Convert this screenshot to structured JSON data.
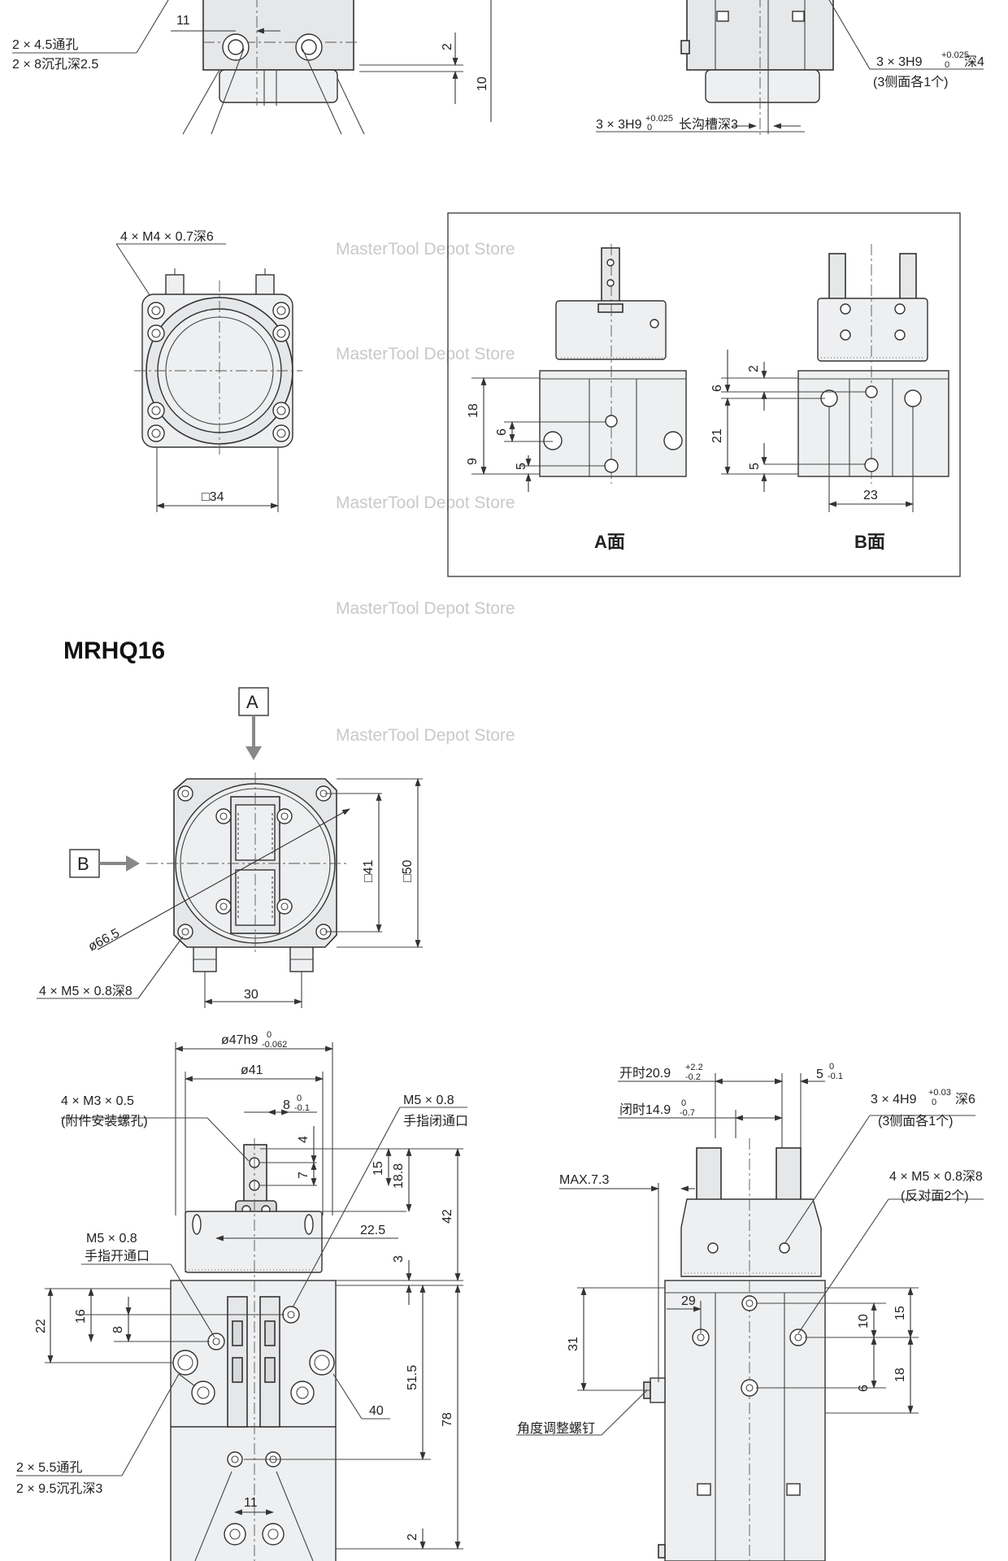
{
  "watermark": "MasterTool Depot Store",
  "top_section": {
    "left_notes": [
      "2 × 4.5通孔",
      "2 × 8沉孔深2.5"
    ],
    "dims": [
      "11",
      "2",
      "10"
    ],
    "right_notes": {
      "hole_spec": "3 × 3H9",
      "hole_tol_upper": "+0.025",
      "hole_tol_lower": "0",
      "hole_depth": "深4",
      "hole_sub": "(3侧面各1个)",
      "slot_spec": "3 × 3H9",
      "slot_tol_upper": "+0.025",
      "slot_tol_lower": "0",
      "slot_text": "长沟槽深3"
    }
  },
  "mid_section": {
    "thread_note": "4 × M4 × 0.7深6",
    "square_dim": "□34",
    "face_a_label": "A面",
    "face_b_label": "B面",
    "face_a_dims": [
      "18",
      "6",
      "9",
      "5"
    ],
    "face_b_dims": [
      "2",
      "6",
      "21",
      "5",
      "23"
    ]
  },
  "model_title": "MRHQ16",
  "mrhq16_top": {
    "label_a": "A",
    "label_b": "B",
    "dia": "ø66.5",
    "sq41": "□41",
    "sq50": "□50",
    "width30": "30",
    "thread_note": "4 × M5 × 0.8深8"
  },
  "mrhq16_front": {
    "dia47": "ø47h9",
    "dia47_tol_upper": "0",
    "dia47_tol_lower": "-0.062",
    "dia41": "ø41",
    "m3_note": "4 × M3 × 0.5",
    "m3_sub": "(附件安装螺孔)",
    "dim8": "8",
    "dim8_tol_upper": "0",
    "dim8_tol_lower": "-0.1",
    "m5_close": "M5 × 0.8",
    "m5_close_sub": "手指闭通口",
    "m5_open": "M5 × 0.8",
    "m5_open_sub": "手指开通口",
    "dims": [
      "4",
      "7",
      "15",
      "18.8",
      "42",
      "22.5",
      "3",
      "22",
      "16",
      "8",
      "51.5",
      "78",
      "40",
      "11",
      "2"
    ],
    "hole_note": "2 × 5.5通孔",
    "cbore_note": "2 × 9.5沉孔深3"
  },
  "mrhq16_side": {
    "open_text": "开时20.9",
    "open_tol_upper": "+2.2",
    "open_tol_lower": "-0.2",
    "close_text": "闭时14.9",
    "close_tol_upper": "0",
    "close_tol_lower": "-0.7",
    "dim5": "5",
    "dim5_tol_upper": "0",
    "dim5_tol_lower": "-0.1",
    "hole_spec": "3 × 4H9",
    "hole_tol_upper": "+0.03",
    "hole_tol_lower": "0",
    "hole_depth": "深6",
    "hole_sub": "(3侧面各1个)",
    "max_note": "MAX.7.3",
    "m5_note": "4 × M5 × 0.8深8",
    "m5_sub": "(反对面2个)",
    "adjust_note": "角度调整螺钉",
    "dims": [
      "29",
      "31",
      "10",
      "15",
      "6",
      "18"
    ]
  }
}
